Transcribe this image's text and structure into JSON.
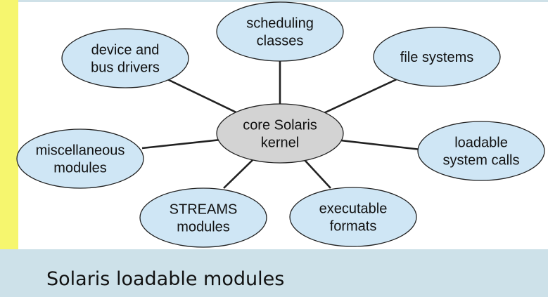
{
  "caption": "Solaris loadable modules",
  "colors": {
    "peripheral_fill": "#cfe6f5",
    "core_fill": "#d3d3d3",
    "edge": "#222222",
    "accent_strip": "#f6f66e",
    "footer_band": "#cde1e9"
  },
  "diagram": {
    "core": {
      "lines": [
        "core Solaris",
        "kernel"
      ]
    },
    "modules": [
      {
        "id": "scheduling-classes",
        "lines": [
          "scheduling",
          "classes"
        ]
      },
      {
        "id": "file-systems",
        "lines": [
          "file systems"
        ]
      },
      {
        "id": "loadable-system-calls",
        "lines": [
          "loadable",
          "system calls"
        ]
      },
      {
        "id": "executable-formats",
        "lines": [
          "executable",
          "formats"
        ]
      },
      {
        "id": "streams-modules",
        "lines": [
          "STREAMS",
          "modules"
        ]
      },
      {
        "id": "miscellaneous-modules",
        "lines": [
          "miscellaneous",
          "modules"
        ]
      },
      {
        "id": "device-and-bus-drivers",
        "lines": [
          "device and",
          "bus drivers"
        ]
      }
    ]
  }
}
